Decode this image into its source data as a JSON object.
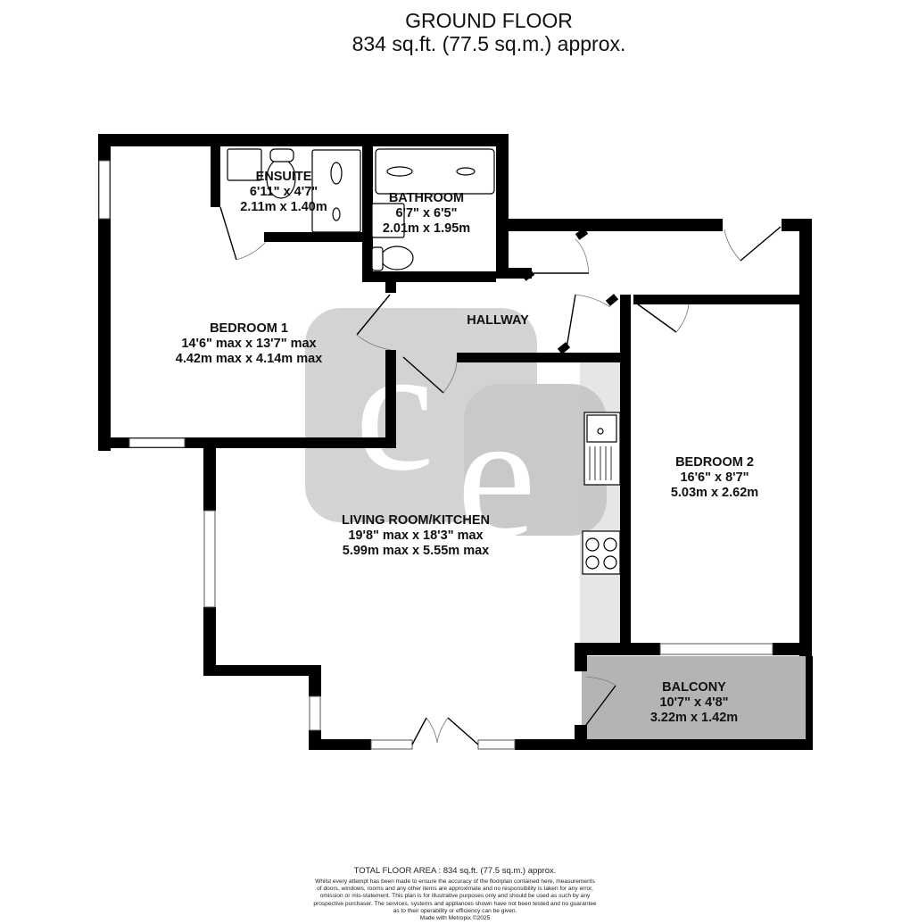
{
  "header": {
    "floor_name": "GROUND FLOOR",
    "floor_area": "834 sq.ft. (77.5 sq.m.) approx."
  },
  "rooms": [
    {
      "id": "ensuite",
      "name": "ENSUITE",
      "imperial": "6'11\"  x 4'7\"",
      "metric": "2.11m  x 1.40m"
    },
    {
      "id": "bathroom",
      "name": "BATHROOM",
      "imperial": "6'7\"  x 6'5\"",
      "metric": "2.01m  x 1.95m"
    },
    {
      "id": "bedroom1",
      "name": "BEDROOM 1",
      "imperial": "14'6\" max x 13'7\" max",
      "metric": "4.42m max x 4.14m max"
    },
    {
      "id": "hallway",
      "name": "HALLWAY",
      "imperial": "",
      "metric": ""
    },
    {
      "id": "living",
      "name": "LIVING ROOM/KITCHEN",
      "imperial": "19'8\" max x 18'3\" max",
      "metric": "5.99m max x 5.55m max"
    },
    {
      "id": "bedroom2",
      "name": "BEDROOM 2",
      "imperial": "16'6\"  x 8'7\"",
      "metric": "5.03m  x 2.62m"
    },
    {
      "id": "balcony",
      "name": "BALCONY",
      "imperial": "10'7\"  x 4'8\"",
      "metric": "3.22m  x 1.42m"
    }
  ],
  "watermark": {
    "letters": "ce",
    "color": "#c8c8c8"
  },
  "colors": {
    "wall": "#000000",
    "balcony_fill": "#b4b4b4",
    "kitchen_fill": "#e6e6e6",
    "window": "#ffffff"
  },
  "footer": {
    "total_area": "TOTAL FLOOR AREA : 834 sq.ft. (77.5 sq.m.) approx.",
    "disclaimer_lines": [
      "Whilst every attempt has been made to ensure the accuracy of the floorplan contained here, measurements",
      "of doors, windows, rooms and any other items are approximate and no responsibility is taken for any error,",
      "omission or mis-statement. This plan is for illustrative purposes only and should be used as such by any",
      "prospective purchaser. The services, systems and appliances shown have not been tested and no guarantee",
      "as to their operability or efficiency can be given."
    ],
    "credit": "Made with Metropix ©2025"
  }
}
